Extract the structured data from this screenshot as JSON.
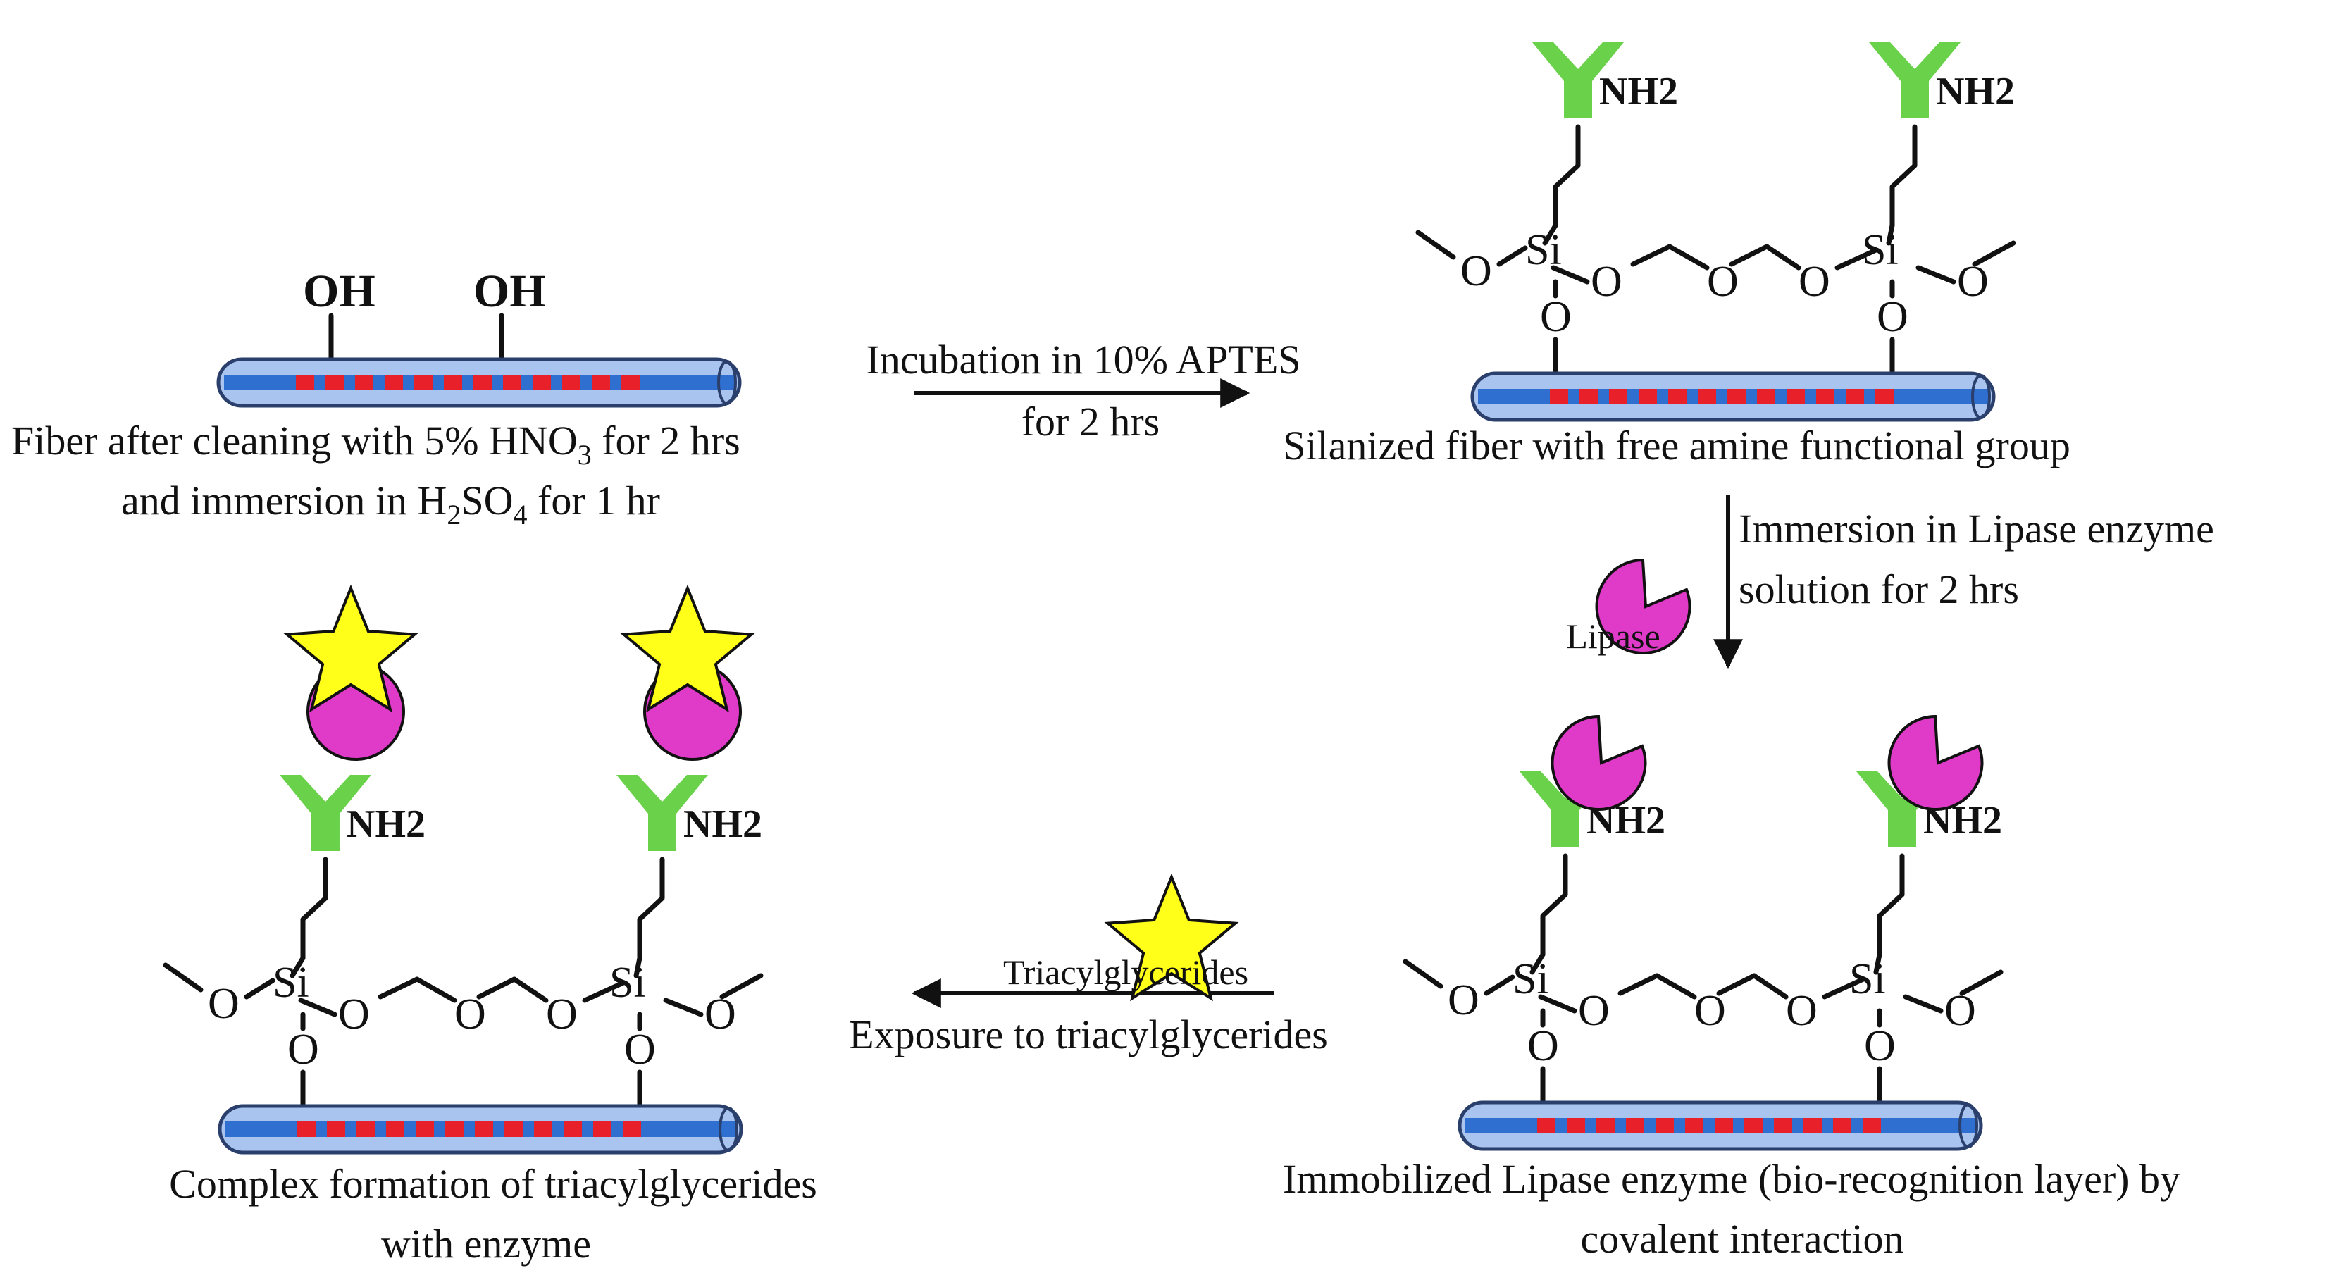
{
  "diagram": {
    "step1_caption_line1": "Fiber after cleaning with 5% HNO",
    "step1_caption_line1_sub": "3",
    "step1_caption_line1_tail": " for 2 hrs",
    "step1_caption_line2_a": "and immersion in H",
    "step1_caption_line2_sub1": "2",
    "step1_caption_line2_b": "SO",
    "step1_caption_line2_sub2": "4",
    "step1_caption_line2_c": " for 1 hr",
    "hydroxyl_label": "OH",
    "arrow1_label_line1": "Incubation in 10% APTES",
    "arrow1_label_line2": "for 2 hrs",
    "step2_caption": "Silanized fiber with free amine functional group",
    "arrow2_label_line1": "Immersion in Lipase enzyme",
    "arrow2_label_line2": "solution for 2 hrs",
    "lipase_label": "Lipase",
    "step3_caption_line1": "Immobilized Lipase enzyme (bio-recognition layer) by",
    "step3_caption_line2": "covalent interaction",
    "triacylglycerides_label": "Triacylglycerides",
    "arrow3_label": "Exposure to triacylglycerides",
    "step4_caption_line1": "Complex formation  of  triacylglycerides",
    "step4_caption_line2": "with enzyme",
    "silicon_label": "Si",
    "oxygen_label": "O",
    "amine_label": "NH2",
    "colors": {
      "fiber_core": "#2e6fd0",
      "fiber_cladding": "#a8c4ef",
      "fiber_marks": "#e8202a",
      "linker_green": "#6ad24a",
      "lipase_magenta": "#e03bc8",
      "substrate_yellow": "#ffff1a"
    }
  }
}
